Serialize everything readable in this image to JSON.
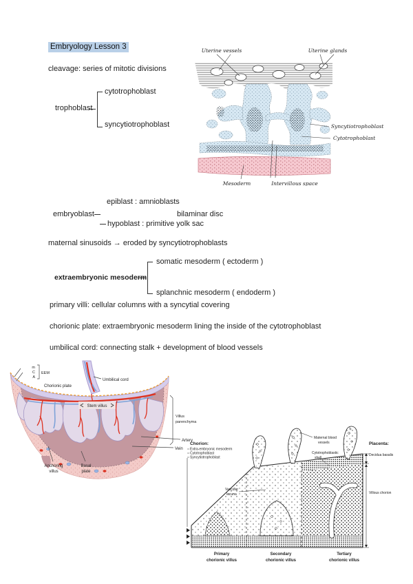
{
  "page": {
    "title": "Embryology Lesson 3",
    "notes": {
      "cleavage": "cleavage: series of mitotic divisions",
      "maternal_sinusoids": "maternal sinusoids → eroded by syncytiotrophoblasts",
      "primary_villi": "primary villi: cellular columns with a syncytial covering",
      "chorionic_plate": "chorionic plate: extraembryonic mesoderm lining the inside of the cytotrophoblast",
      "umbilical_cord": "umbilical cord: connecting stalk + development of blood vessels"
    },
    "trophoblast_tree": {
      "root": "trophoblast",
      "branches": [
        "cytotrophoblast",
        "syncytiotrophoblast"
      ]
    },
    "embryoblast_tree": {
      "root": "embryoblast",
      "branches": [
        "epiblast : amnioblasts",
        "hypoblast : primitive yolk sac"
      ],
      "side_note": "bilaminar disc"
    },
    "mesoderm_tree": {
      "root": "extraembryonic mesoderm",
      "branches": [
        "somatic mesoderm  ( ectoderm )",
        "splanchnic mesoderm ( endoderm )"
      ]
    }
  },
  "figure_villi": {
    "labels": {
      "uterine_vessels": "Uterine vessels",
      "uterine_glands": "Uterine glands",
      "syncytiotrophoblast": "Syncytiotrophoblast",
      "cytotrophoblast": "Cytotrophoblast",
      "mesoderm": "Mesoderm",
      "intervillous_space": "Intervillous space"
    },
    "colors": {
      "villi_blue": "#d7e8f3",
      "mesoderm_pink": "#f6c9d0"
    }
  },
  "figure_placenta": {
    "labels": {
      "layers": [
        "m",
        "C",
        "A"
      ],
      "eem": "EEM",
      "chorionic_plate": "Chorionic plate",
      "umbilical_cord": "Umbilical cord",
      "stem_villus": "Stem villus",
      "villus_parenchyma": [
        "Villus",
        "parenchyma"
      ],
      "artery": "Artery",
      "vein": "Vein",
      "anchoring_villus": [
        "Anchoring",
        "villus"
      ],
      "basal_plate": [
        "Basal",
        "plate"
      ]
    },
    "colors": {
      "artery_red": "#dd3322",
      "vein_blue": "#7ea2d8",
      "parenchyma_mauve": "#c4989f",
      "amnion_orange": "#f0a030"
    }
  },
  "figure_stages": {
    "chorion_legend": {
      "title": "Chorion:",
      "items": [
        "Extra-embryonic mesoderm",
        "Cytotrophoblast",
        "Syncytiotrophoblast"
      ]
    },
    "placenta_legend": {
      "title": "Placenta:",
      "items": [
        "Decidua basalis",
        "Villous chorion"
      ]
    },
    "labels": {
      "maternal_blood_vessels": [
        "Maternal blood",
        "vessels"
      ],
      "cytotrophoblastic_shell": [
        "Cytotrophoblastic",
        "shell"
      ],
      "vascular_lacuna": [
        "Vascular",
        "lacuna"
      ]
    },
    "stages": [
      [
        "Primary",
        "chorionic villus"
      ],
      [
        "Secondary",
        "chorionic villus"
      ],
      [
        "Tertiary",
        "chorionic villus"
      ]
    ]
  },
  "colors": {
    "title_highlight": "#b9d0e8"
  }
}
